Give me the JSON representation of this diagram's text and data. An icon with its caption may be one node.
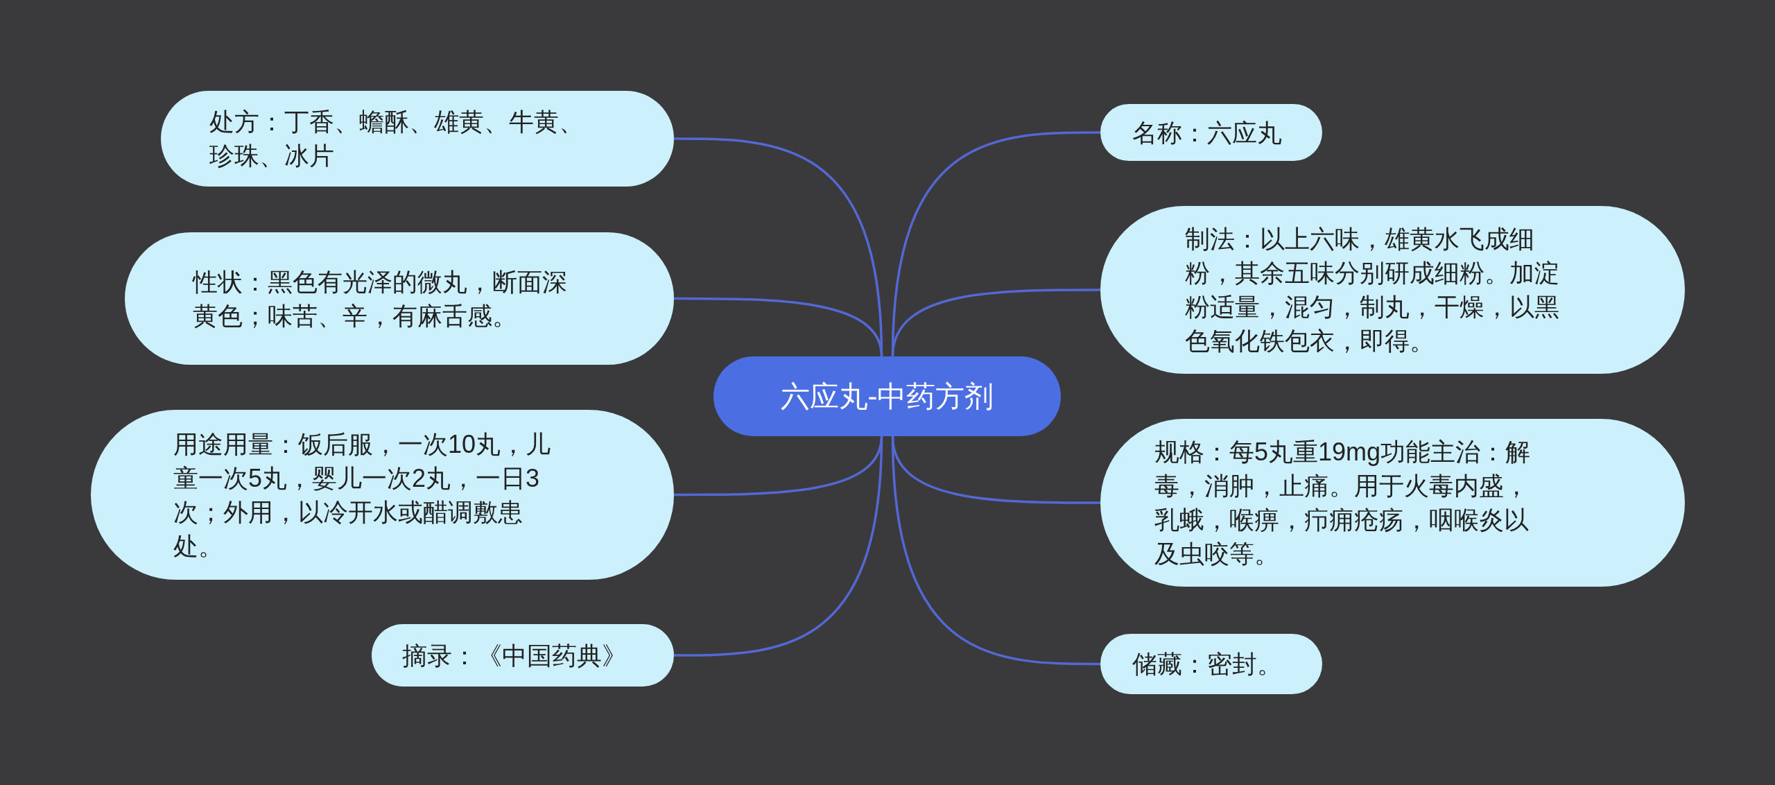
{
  "diagram": {
    "nodes": [
      {
        "text": [
          "六应丸-中药方剂"
        ]
      },
      {
        "text": [
          "处方：丁香、蟾酥、雄黄、牛黄、珍珠、冰片"
        ]
      },
      {
        "text": [
          "性状：黑色有光泽的微丸，断面深黄色；味苦、辛，有麻舌感。"
        ]
      },
      {
        "text": [
          "用途用量：饭后服，一次10丸，儿童一次5丸，婴儿一次2丸，一日3次；外用，以冷开水或醋调敷患处。"
        ]
      },
      {
        "text": [
          "摘录：《中国药典》"
        ]
      },
      {
        "text": [
          "名称：六应丸"
        ]
      },
      {
        "text": [
          "制法：以上六味，雄黄水飞成细粉，其余五味分别研成细粉。加淀粉适量，混匀，制丸，干燥，以黑色氧化铁包衣，即得。"
        ]
      },
      {
        "text": [
          "规格：每5丸重19mg功能主治：解毒，消肿，止痛。用于火毒内盛，乳蛾，喉痹，疖痈疮疡，咽喉炎以及虫咬等。"
        ]
      },
      {
        "text": [
          "储藏：密封。"
        ]
      }
    ],
    "edges": [
      {
        "from": 0,
        "to": 1,
        "arrow": "none"
      },
      {
        "from": 0,
        "to": 2,
        "arrow": "none"
      },
      {
        "from": 0,
        "to": 3,
        "arrow": "none"
      },
      {
        "from": 0,
        "to": 4,
        "arrow": "none"
      },
      {
        "from": 0,
        "to": 5,
        "arrow": "none"
      },
      {
        "from": 0,
        "to": 6,
        "arrow": "none"
      },
      {
        "from": 0,
        "to": 7,
        "arrow": "none"
      },
      {
        "from": 0,
        "to": 8,
        "arrow": "none"
      }
    ]
  }
}
